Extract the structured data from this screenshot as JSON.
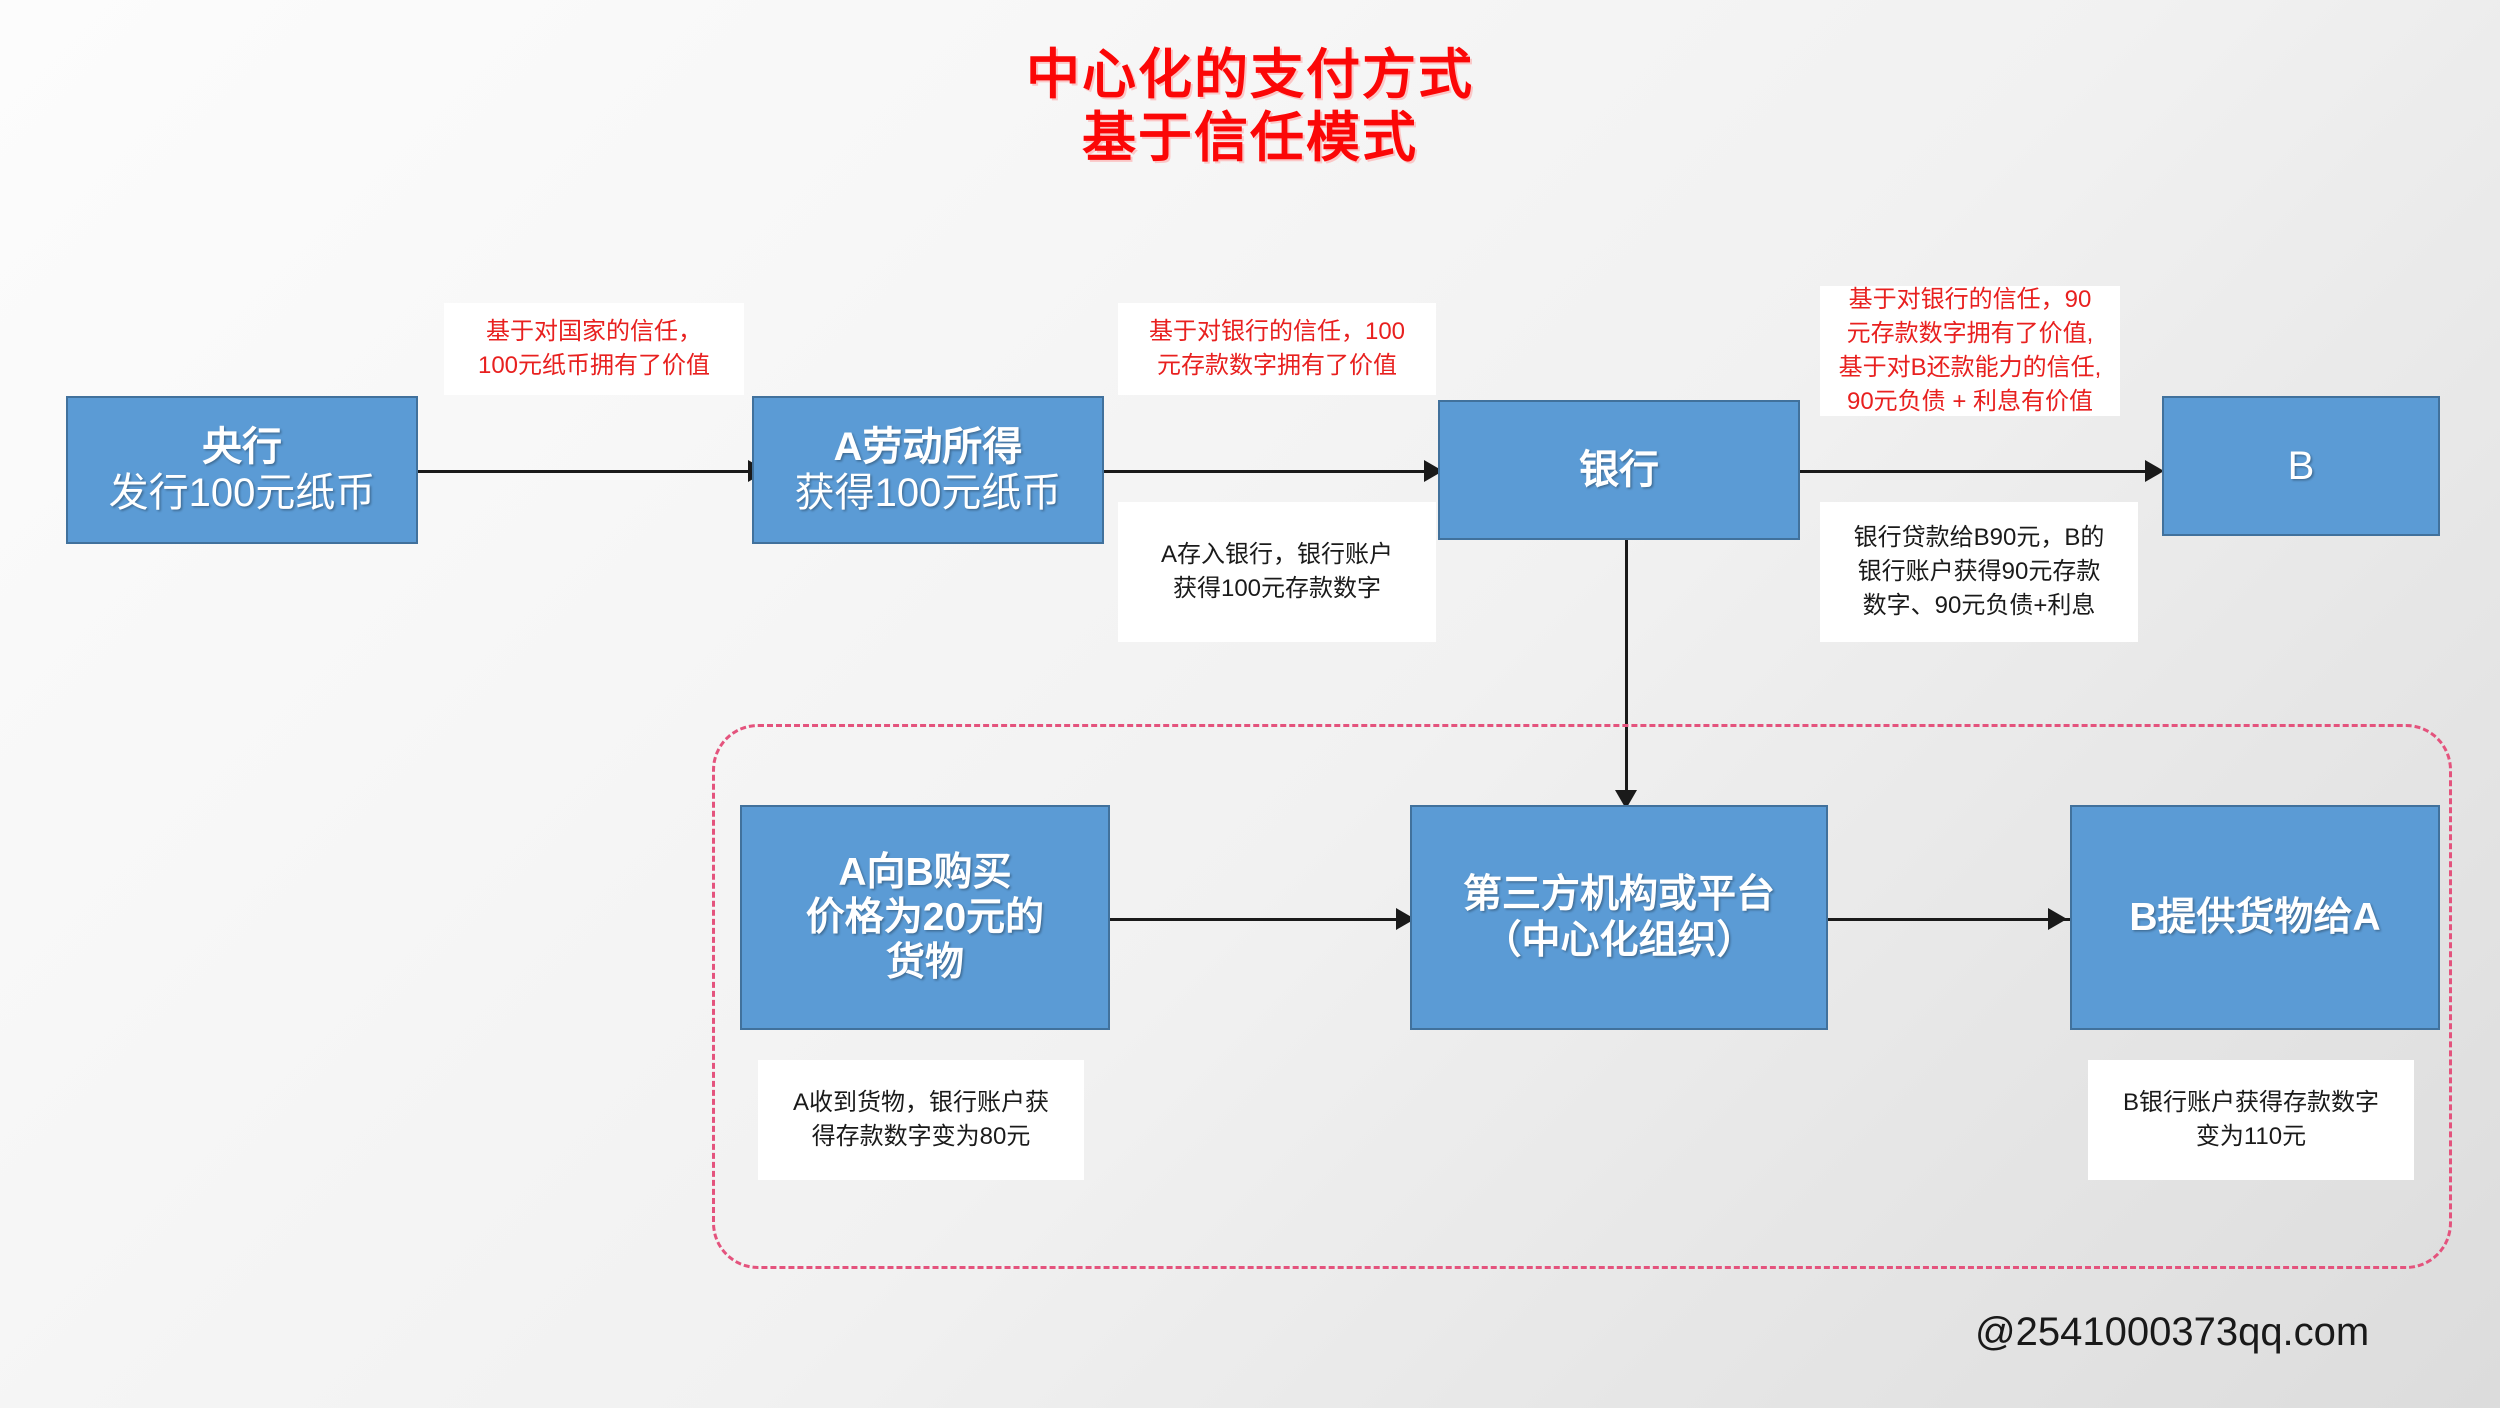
{
  "title": {
    "text": "中心化的支付方式\n基于信任模式",
    "color": "#fb0707"
  },
  "palette": {
    "node_fill": "#5b9bd5",
    "node_border": "#41719c",
    "note_red": "#e8201f",
    "note_black": "#1a1a1a",
    "group_dash": "#e4537d",
    "background": "#f2f2f2"
  },
  "nodes": {
    "central_bank": {
      "line1": "央行",
      "line2": "发行100元纸币"
    },
    "a_income": {
      "line1": "A劳动所得",
      "line2": "获得100元纸币"
    },
    "bank": {
      "line1": "银行"
    },
    "b": {
      "line1": "B"
    },
    "a_buys": {
      "line1": "A向B购买",
      "line2": "价格为20元的",
      "line3": "货物"
    },
    "third_party": {
      "line1": "第三方机构或平台",
      "line2": "（中心化组织）"
    },
    "b_delivers": {
      "line1": "B提供货物给A"
    }
  },
  "notes": {
    "trust_country": "基于对国家的信任，\n100元纸币拥有了价值",
    "trust_bank": "基于对银行的信任，100\n元存款数字拥有了价值",
    "deposit_bank": "A存入银行，银行账户\n获得100元存款数字",
    "trust_bank_loan": "基于对银行的信任，90\n元存款数字拥有了价值,\n基于对B还款能力的信任,\n90元负债 + 利息有价值",
    "loan_detail": "银行贷款给B90元，B的\n银行账户获得90元存款\n数字、90元负债+利息",
    "a_balance": "A收到货物，银行账户获\n得存款数字变为80元",
    "b_balance": "B银行账户获得存款数字\n变为110元"
  },
  "watermark": "@2541000373qq.com"
}
